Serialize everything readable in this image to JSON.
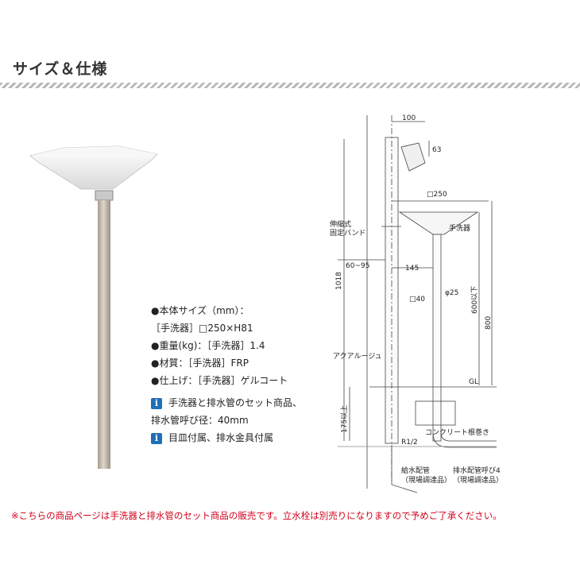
{
  "section_title": "サイズ＆仕様",
  "specs": [
    "●本体サイズ（mm）：",
    "［手洗器］□250×H81",
    "●重量(kg)：［手洗器］1.4",
    "●材質：［手洗器］FRP",
    "●仕上げ：［手洗器］ゲルコート"
  ],
  "features": [
    {
      "icon": "info-icon",
      "badge": "i",
      "lines": [
        "手洗器と排水管のセット商品、",
        "排水管呼び径：40mm"
      ]
    },
    {
      "icon": "info-icon",
      "badge": "i",
      "lines": [
        "目皿付属、排水金具付属"
      ]
    }
  ],
  "drawing": {
    "dim_100": "100",
    "dim_63": "63",
    "dim_250": "□250",
    "label_band_1": "伸縮式",
    "label_band_2": "固定バンド",
    "label_basin": "手洗器",
    "dim_60_95": "60~95",
    "dim_145": "145",
    "dim_1018": "1018",
    "dim_40": "□40",
    "dim_phi25": "φ25",
    "dim_600": "600以下",
    "dim_800": "800",
    "label_aqua": "アクアルージュ",
    "label_gl": "GL",
    "dim_175": "175以上",
    "label_concrete": "コンクリート根巻き",
    "label_r12": "R1/2",
    "label_supply_1": "給水配管",
    "label_supply_2": "（現場調達品）",
    "label_drain_1": "排水配管呼び40",
    "label_drain_2": "（現場調達品）"
  },
  "note": "※こちらの商品ページは手洗器と排水管のセット商品の販売です。立水栓は別売りになりますので予めご了承ください。",
  "colors": {
    "accent_blue": "#1f6fb7",
    "note_red": "#d0021b"
  }
}
